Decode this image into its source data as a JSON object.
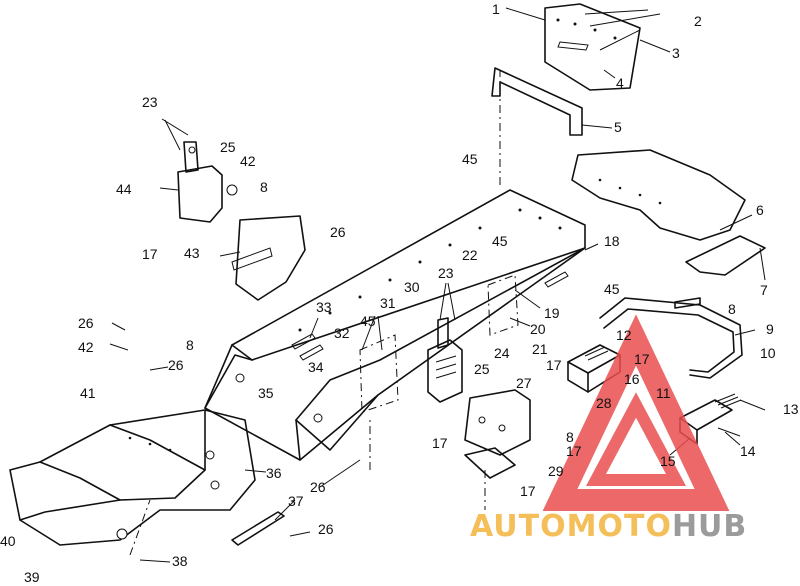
{
  "watermark": {
    "brand_part1": "AUTO",
    "brand_part2": "MOTO",
    "brand_part3": "HUB",
    "colors": {
      "auto": "#f3b33d",
      "moto": "#f3b33d",
      "hub": "#8a8a8a",
      "triangle": "#ea4f4f"
    }
  },
  "callouts": [
    {
      "id": "c1",
      "text": "1"
    },
    {
      "id": "c2",
      "text": "2"
    },
    {
      "id": "c3",
      "text": "3"
    },
    {
      "id": "c4",
      "text": "4"
    },
    {
      "id": "c5",
      "text": "5"
    },
    {
      "id": "c6",
      "text": "6"
    },
    {
      "id": "c7",
      "text": "7"
    },
    {
      "id": "c8a",
      "text": "8"
    },
    {
      "id": "c9",
      "text": "9"
    },
    {
      "id": "c10",
      "text": "10"
    },
    {
      "id": "c11",
      "text": "11"
    },
    {
      "id": "c12",
      "text": "12"
    },
    {
      "id": "c13",
      "text": "13"
    },
    {
      "id": "c14",
      "text": "14"
    },
    {
      "id": "c15",
      "text": "15"
    },
    {
      "id": "c16",
      "text": "16"
    },
    {
      "id": "c17a",
      "text": "17"
    },
    {
      "id": "c17b",
      "text": "17"
    },
    {
      "id": "c17c",
      "text": "17"
    },
    {
      "id": "c17d",
      "text": "17"
    },
    {
      "id": "c17e",
      "text": "17"
    },
    {
      "id": "c17f",
      "text": "17"
    },
    {
      "id": "c18",
      "text": "18"
    },
    {
      "id": "c19",
      "text": "19"
    },
    {
      "id": "c20",
      "text": "20"
    },
    {
      "id": "c21",
      "text": "21"
    },
    {
      "id": "c22",
      "text": "22"
    },
    {
      "id": "c23a",
      "text": "23"
    },
    {
      "id": "c23b",
      "text": "23"
    },
    {
      "id": "c24",
      "text": "24"
    },
    {
      "id": "c25a",
      "text": "25"
    },
    {
      "id": "c25b",
      "text": "25"
    },
    {
      "id": "c26a",
      "text": "26"
    },
    {
      "id": "c26b",
      "text": "26"
    },
    {
      "id": "c26c",
      "text": "26"
    },
    {
      "id": "c26d",
      "text": "26"
    },
    {
      "id": "c26e",
      "text": "26"
    },
    {
      "id": "c27",
      "text": "27"
    },
    {
      "id": "c28",
      "text": "28"
    },
    {
      "id": "c29",
      "text": "29"
    },
    {
      "id": "c30",
      "text": "30"
    },
    {
      "id": "c31",
      "text": "31"
    },
    {
      "id": "c32",
      "text": "32"
    },
    {
      "id": "c33",
      "text": "33"
    },
    {
      "id": "c34",
      "text": "34"
    },
    {
      "id": "c35",
      "text": "35"
    },
    {
      "id": "c36",
      "text": "36"
    },
    {
      "id": "c37",
      "text": "37"
    },
    {
      "id": "c38",
      "text": "38"
    },
    {
      "id": "c39",
      "text": "39"
    },
    {
      "id": "c40",
      "text": "40"
    },
    {
      "id": "c41",
      "text": "41"
    },
    {
      "id": "c42a",
      "text": "42"
    },
    {
      "id": "c42b",
      "text": "42"
    },
    {
      "id": "c43",
      "text": "43"
    },
    {
      "id": "c44",
      "text": "44"
    },
    {
      "id": "c45a",
      "text": "45"
    },
    {
      "id": "c45b",
      "text": "45"
    },
    {
      "id": "c45c",
      "text": "45"
    },
    {
      "id": "c45d",
      "text": "45"
    },
    {
      "id": "c8b",
      "text": "8"
    },
    {
      "id": "c8c",
      "text": "8"
    },
    {
      "id": "c8d",
      "text": "8"
    },
    {
      "id": "c8e",
      "text": "8"
    }
  ]
}
